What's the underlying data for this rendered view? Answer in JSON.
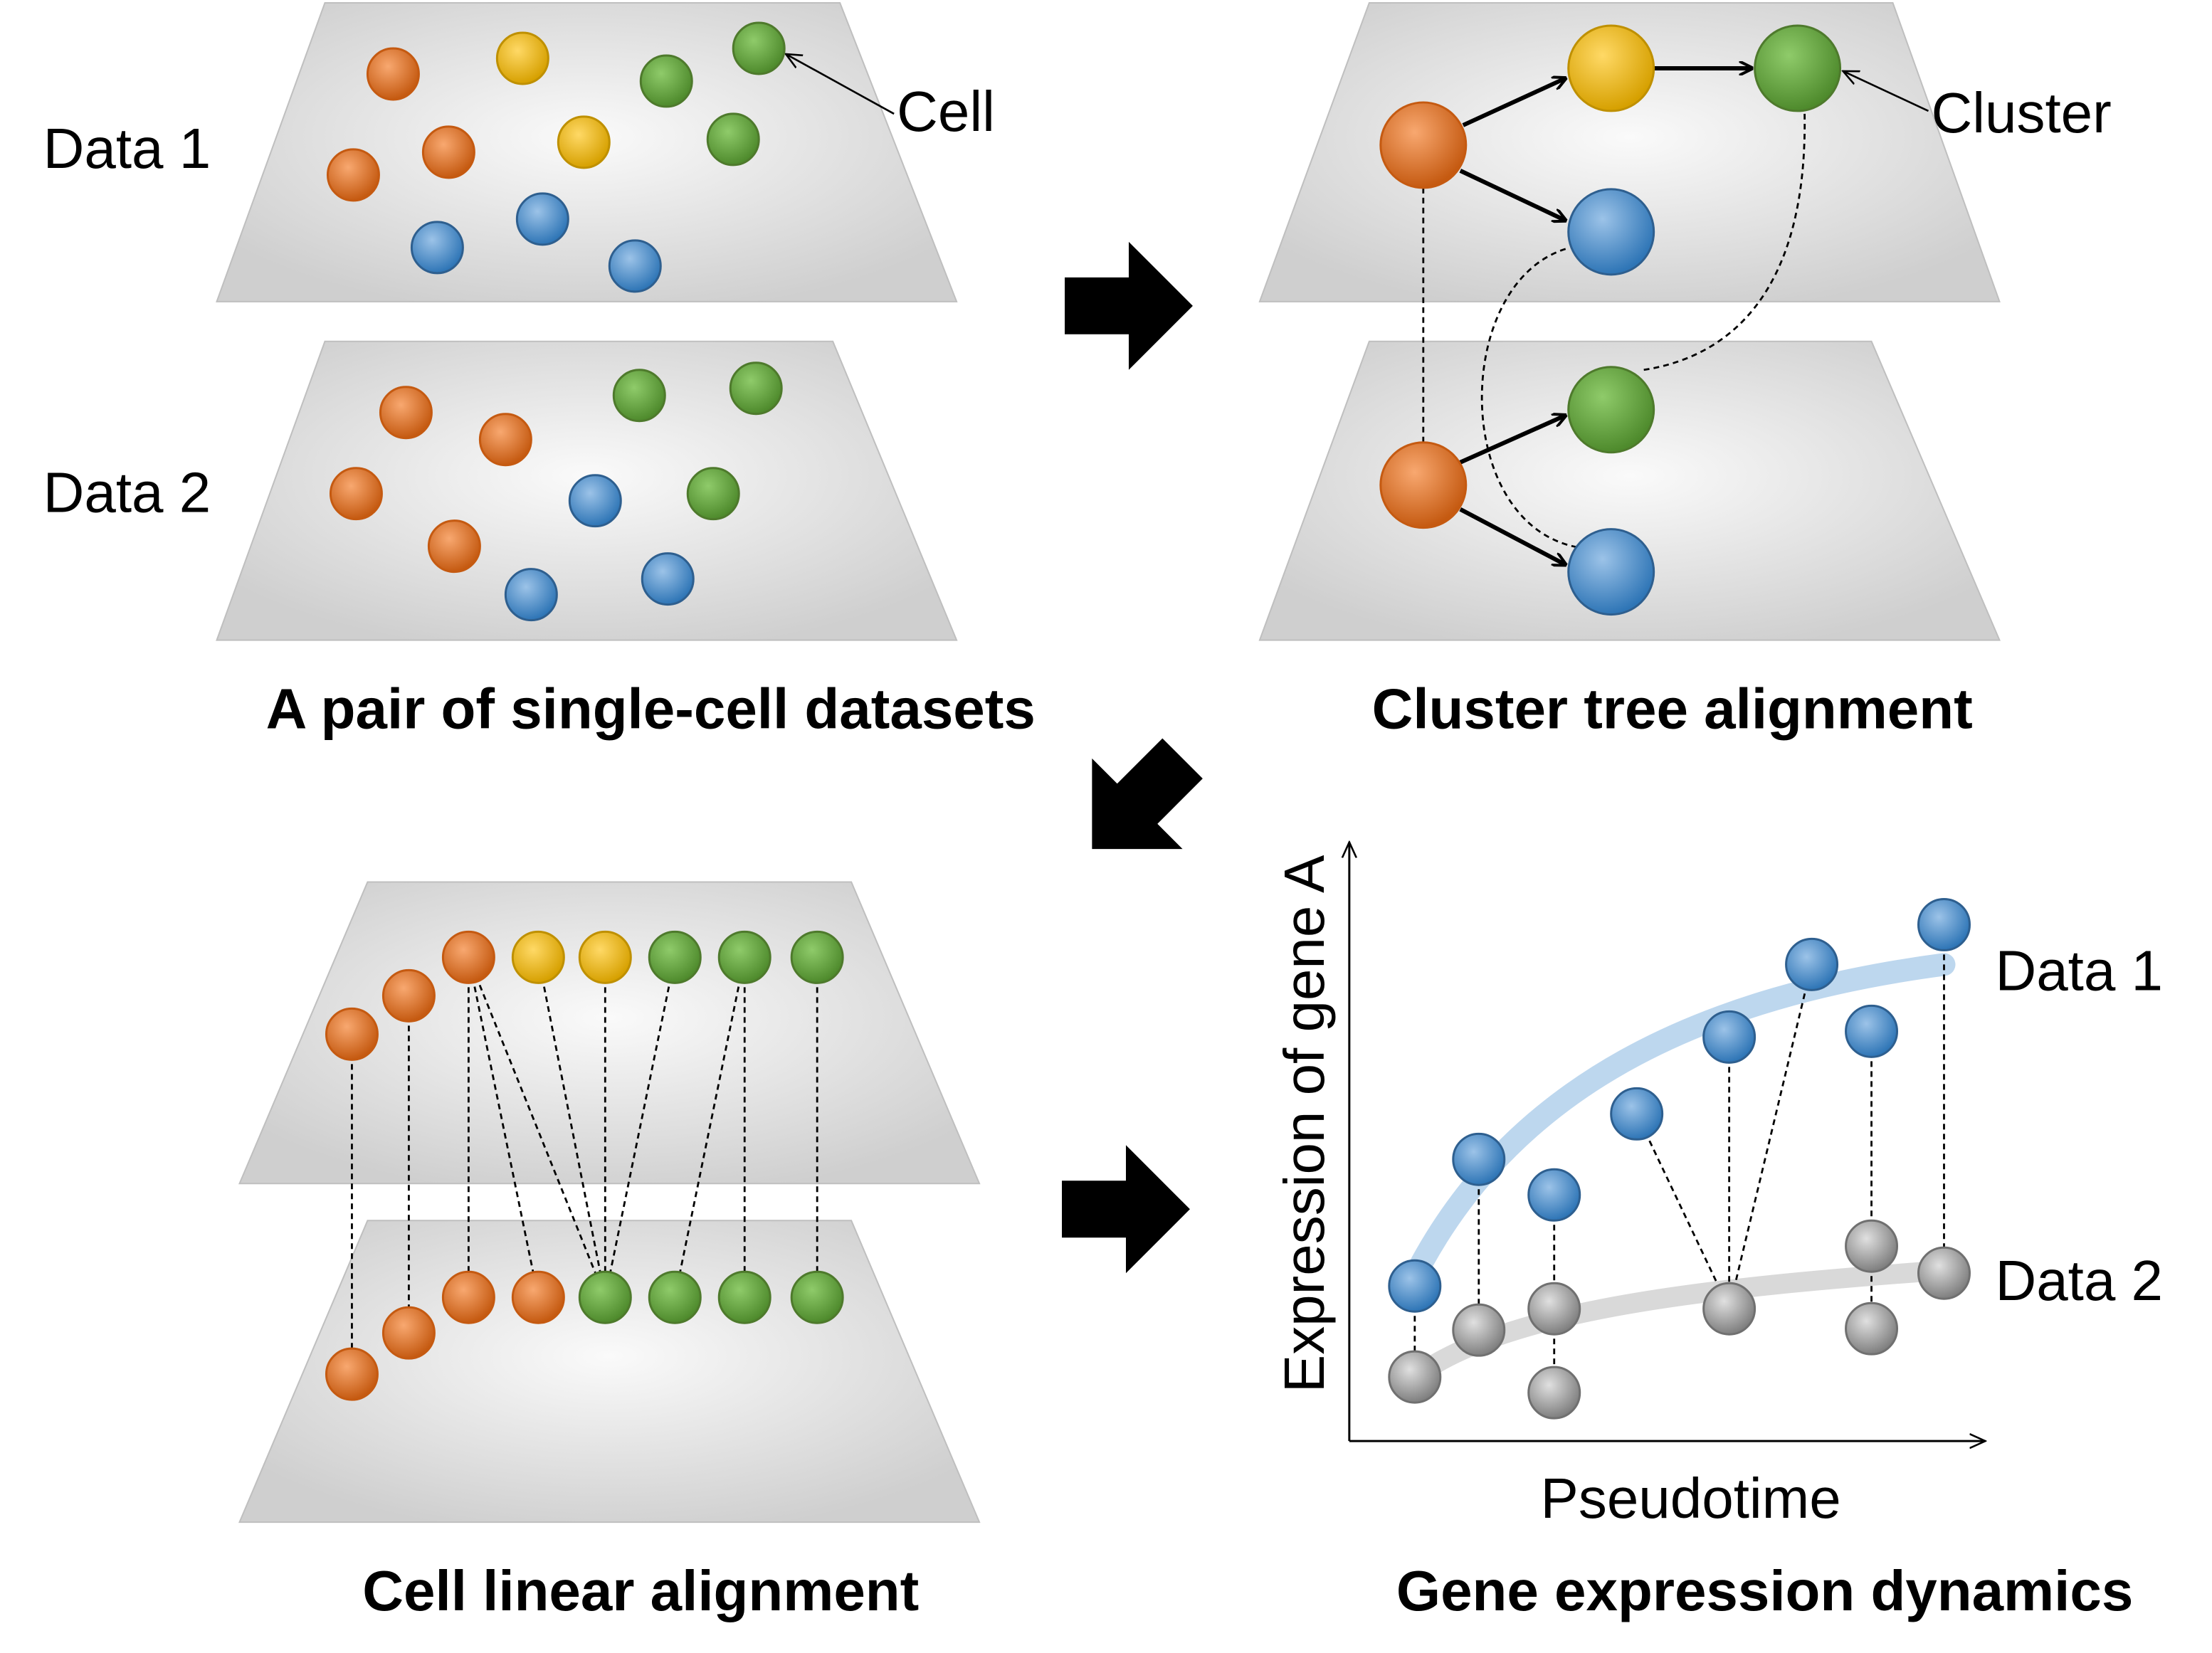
{
  "panels": {
    "datasets": {
      "title": "A pair of single-cell datasets",
      "data1_label": "Data 1",
      "data2_label": "Data 2",
      "cell_label": "Cell"
    },
    "cluster_tree": {
      "title": "Cluster tree alignment",
      "cluster_label": "Cluster"
    },
    "linear": {
      "title": "Cell linear alignment"
    },
    "dynamics": {
      "title": "Gene expression dynamics",
      "ylabel": "Expression of gene A",
      "xlabel": "Pseudotime",
      "series1": "Data 1",
      "series2": "Data 2"
    }
  },
  "colors": {
    "orange": "#ed7d31",
    "yellow": "#ffc000",
    "green": "#70ad47",
    "blue": "#5b9bd5",
    "gray": "#a6a6a6",
    "curve1": "#bdd7ee",
    "curve2": "#d9d9d9"
  }
}
